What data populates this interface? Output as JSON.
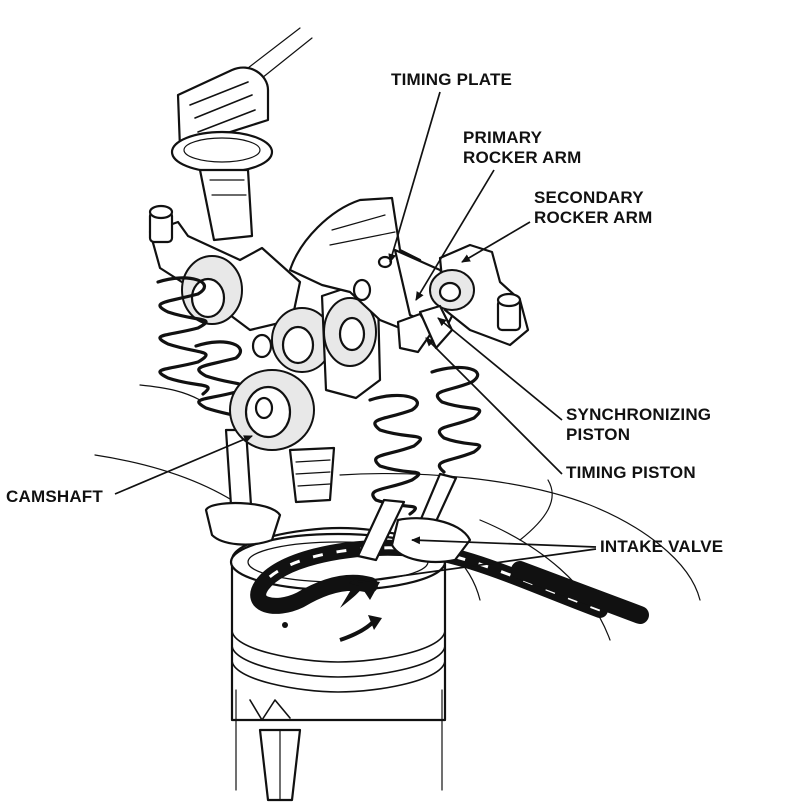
{
  "labels": {
    "timing_plate": "TIMING PLATE",
    "primary_rocker_arm": [
      "PRIMARY",
      "ROCKER ARM"
    ],
    "secondary_rocker_arm": [
      "SECONDARY",
      "ROCKER ARM"
    ],
    "synchronizing_piston": [
      "SYNCHRONIZING",
      "PISTON"
    ],
    "timing_piston": "TIMING PISTON",
    "intake_valve": "INTAKE VALVE",
    "camshaft": "CAMSHAFT"
  }
}
